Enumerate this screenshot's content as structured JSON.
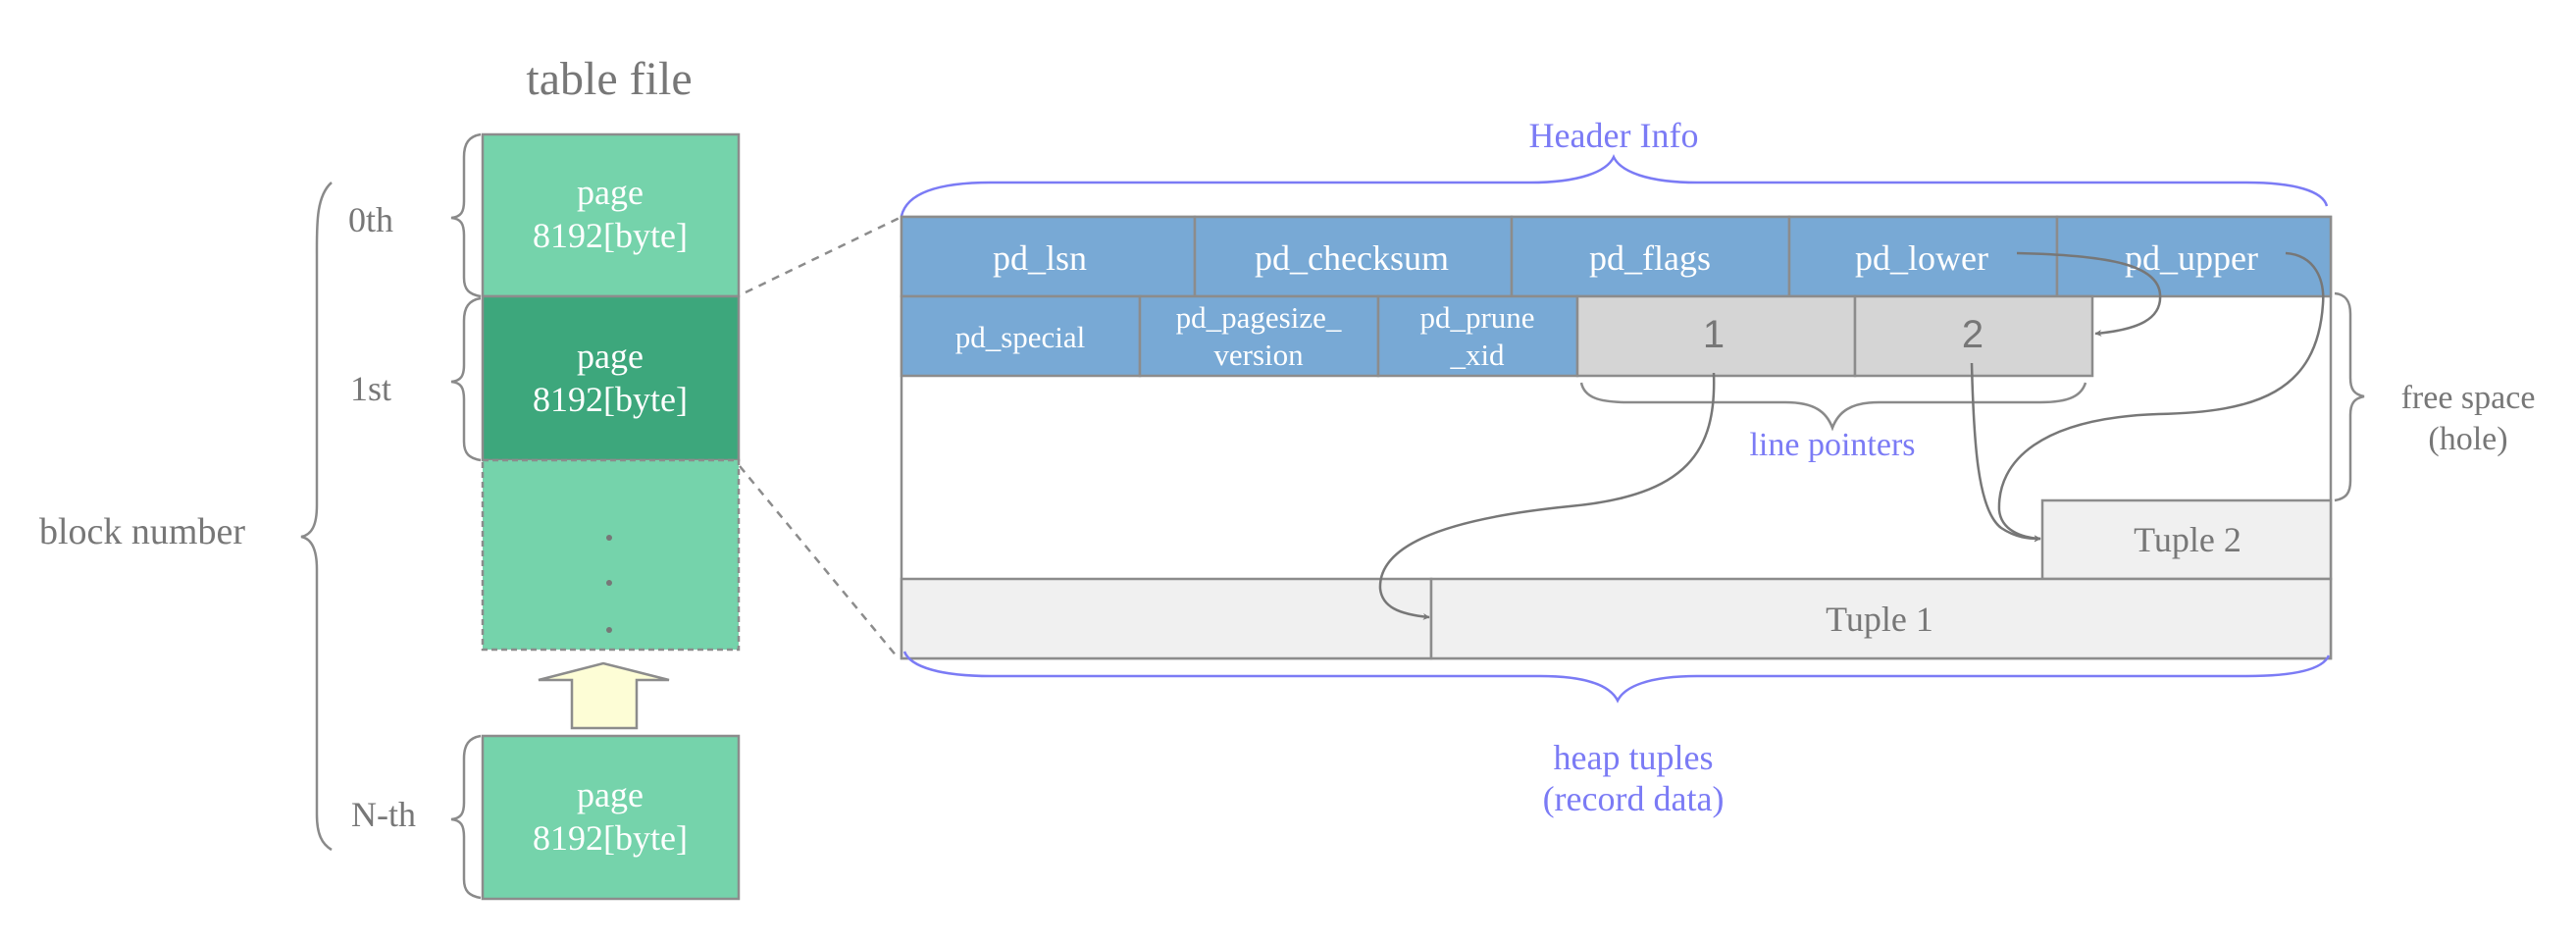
{
  "table_file": {
    "title": "table file",
    "axis_label": "block number",
    "blocks": [
      {
        "index_label": "0th",
        "line1": "page",
        "line2": "8192[byte]",
        "highlighted": false
      },
      {
        "index_label": "1st",
        "line1": "page",
        "line2": "8192[byte]",
        "highlighted": true
      },
      {
        "index_label": "N-th",
        "line1": "page",
        "line2": "8192[byte]",
        "highlighted": false
      }
    ],
    "ellipsis": "·"
  },
  "page_layout": {
    "header_label": "Header Info",
    "header_row1": [
      "pd_lsn",
      "pd_checksum",
      "pd_flags",
      "pd_lower",
      "pd_upper"
    ],
    "header_row2": [
      {
        "line1": "pd_special",
        "line2": ""
      },
      {
        "line1": "pd_pagesize_",
        "line2": "version"
      },
      {
        "line1": "pd_prune",
        "line2": "_xid"
      }
    ],
    "line_pointers": [
      "1",
      "2"
    ],
    "line_pointers_label": "line pointers",
    "free_space_label_line1": "free space",
    "free_space_label_line2": "(hole)",
    "tuples": [
      "Tuple 2",
      "Tuple 1"
    ],
    "heap_label_line1": "heap tuples",
    "heap_label_line2": "(record data)"
  },
  "colors": {
    "page_light": "#75d3ab",
    "page_dark": "#3da77c",
    "header_blue": "#78a9d5",
    "pointer_gray": "#d5d5d5",
    "tuple_gray": "#f0f0f0",
    "accent_blue": "#7b7bf5",
    "arrow_yellow": "#fdfdd6",
    "text_gray": "#777777"
  }
}
